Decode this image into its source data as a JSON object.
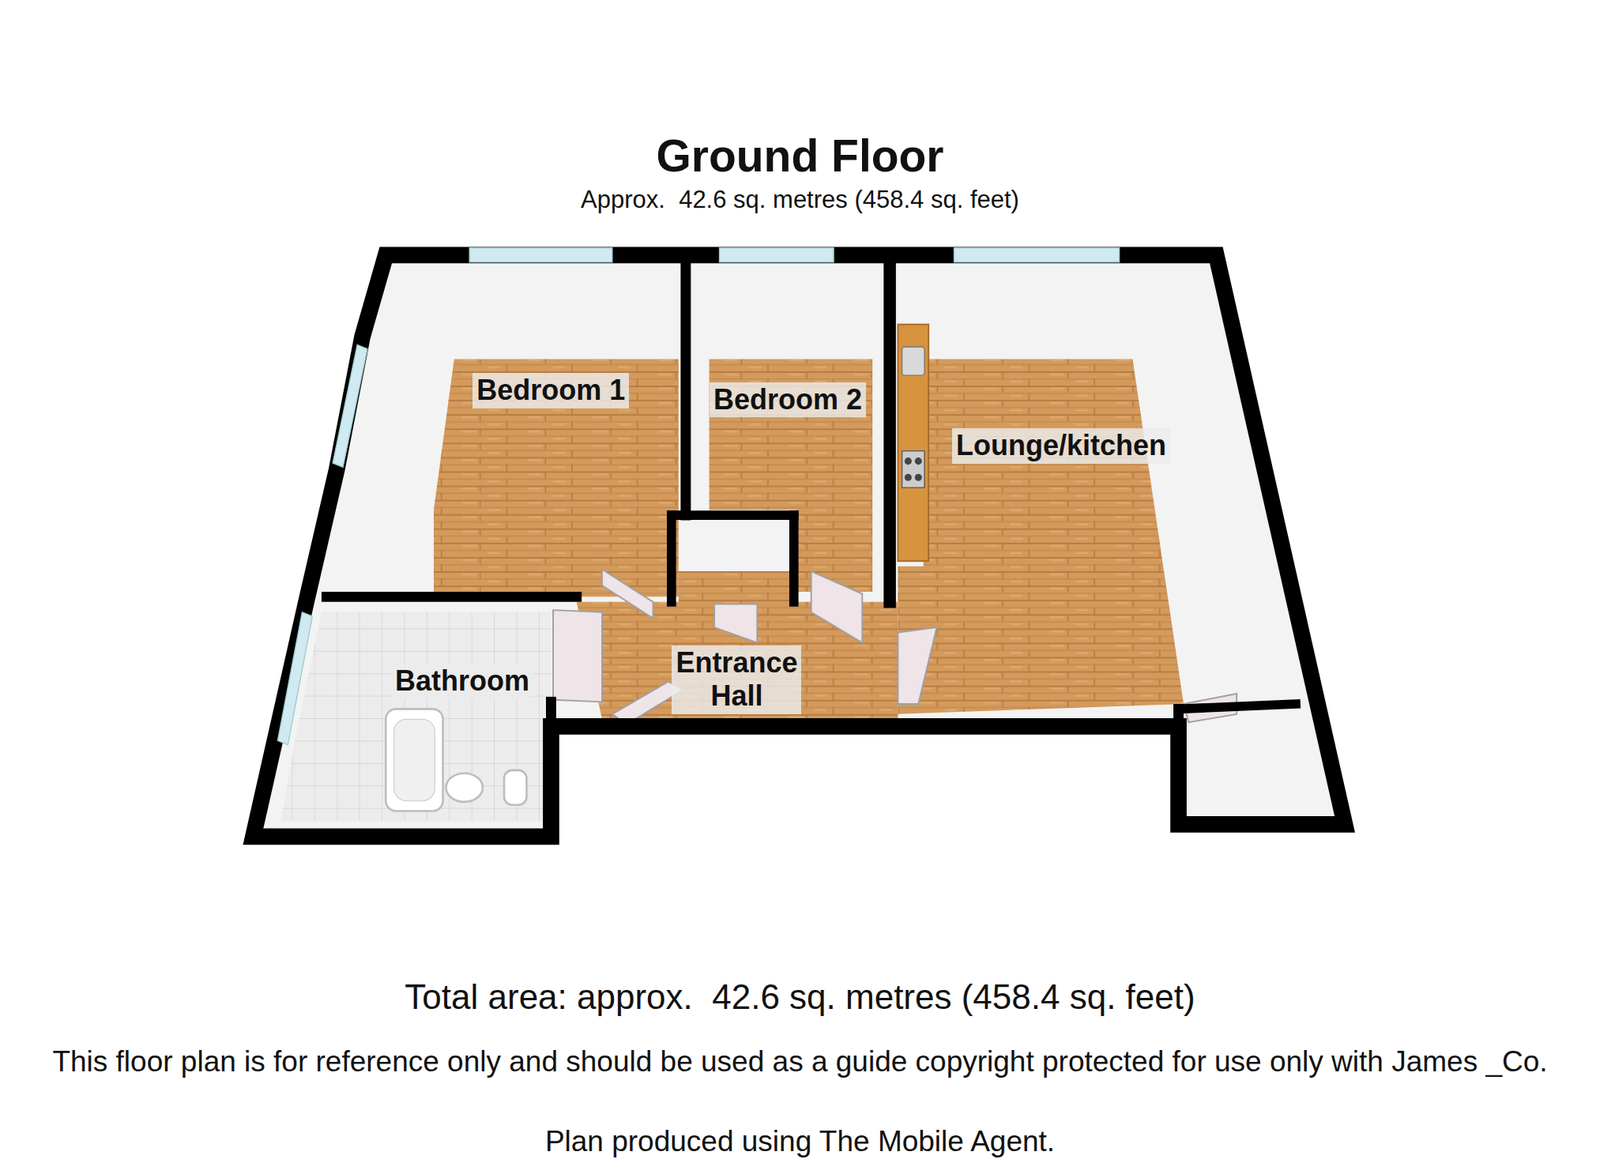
{
  "diagram": {
    "title": "Ground Floor",
    "nodes": [
      {
        "text": [
          "Bedroom 1"
        ]
      },
      {
        "text": [
          "Bedroom 2"
        ]
      },
      {
        "text": [
          "Lounge/kitchen"
        ]
      },
      {
        "text": [
          "Bathroom"
        ]
      },
      {
        "text": [
          "Entrance Hall"
        ]
      }
    ],
    "labels": [
      "Approx.  42.6 sq. metres (458.4 sq. feet)",
      "Total area: approx.  42.6 sq. metres (458.4 sq. feet)",
      "This floor plan is for reference only and should be used as a guide copyright protected for use only with James _Co.",
      "Plan produced using The Mobile Agent."
    ]
  }
}
